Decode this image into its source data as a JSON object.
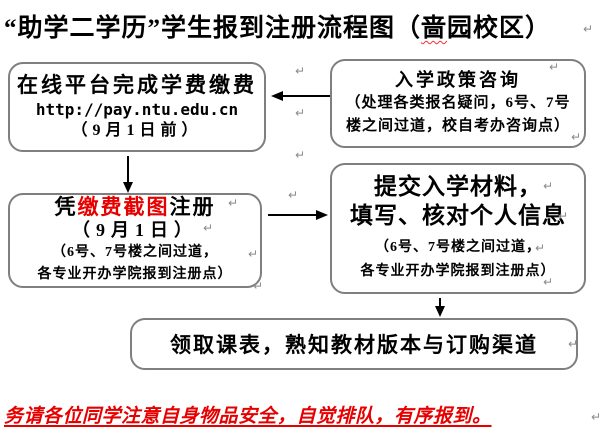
{
  "title": {
    "prefix": "“助学二学历”学生报到注册流程图（",
    "flagged_word": "啬",
    "suffix": "园校区）"
  },
  "flow": {
    "payment_box": {
      "title": "在线平台完成学费缴费",
      "url": "http://pay.ntu.edu.cn",
      "deadline": "（9月1日前）"
    },
    "consult_box": {
      "title": "入学政策咨询",
      "detail_line1": "（处理各类报名疑问，6号、7号",
      "detail_line2": "楼之间过道，校自考办咨询点）"
    },
    "register_box": {
      "title_prefix": "凭",
      "title_highlight": "缴费截图",
      "title_suffix": "注册",
      "date": "（9月1日）",
      "detail_line1": "（6号、7号楼之间过道，",
      "detail_line2": "各专业开办学院报到注册点）"
    },
    "submit_box": {
      "title_line1": "提交入学材料，",
      "title_line2": "填写、核对个人信息",
      "detail_line1": "（6号、7号楼之间过道，",
      "detail_line2": "各专业开办学院报到注册点）"
    },
    "schedule_box": {
      "title": "领取课表，熟知教材版本与订购渠道"
    }
  },
  "footer": {
    "notice": "务请各位同学注意自身物品安全，自觉排队，有序报到。"
  },
  "glyphs": {
    "return_mark": "↵"
  },
  "colors": {
    "highlight_red": "#e60000",
    "border_gray": "#7f7f7f",
    "mark_gray": "#8a8a8a",
    "squiggle_red": "#ff2a2a",
    "text_black": "#000000"
  }
}
